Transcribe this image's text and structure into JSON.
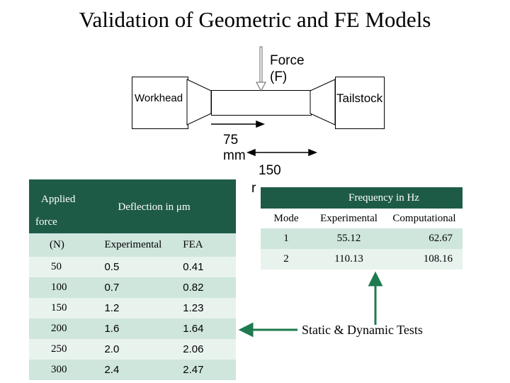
{
  "title": "Validation of Geometric and FE Models",
  "diagram": {
    "force_label_line1": "Force",
    "force_label_line2": "(F)",
    "workhead_label": "Workhead",
    "tailstock_label": "Tailstock",
    "dim_75_line1": "75",
    "dim_75_line2": "mm",
    "dim_150_line1": "150",
    "dim_150_line2": "r"
  },
  "deflection_table": {
    "header_applied": "Applied",
    "header_force": "force",
    "header_deflection": "Deflection in μm",
    "subheader": [
      "(N)",
      "Experimental",
      "FEA"
    ],
    "rows": [
      [
        "50",
        "0.5",
        "0.41"
      ],
      [
        "100",
        "0.7",
        "0.82"
      ],
      [
        "150",
        "1.2",
        "1.23"
      ],
      [
        "200",
        "1.6",
        "1.64"
      ],
      [
        "250",
        "2.0",
        "2.06"
      ],
      [
        "300",
        "2.4",
        "2.47"
      ]
    ]
  },
  "frequency_table": {
    "header": "Frequency in Hz",
    "subheader": [
      "Mode",
      "Experimental",
      "Computational"
    ],
    "rows": [
      [
        "1",
        "55.12",
        "62.67"
      ],
      [
        "2",
        "110.13",
        "108.16"
      ]
    ]
  },
  "caption": "Static & Dynamic Tests",
  "colors": {
    "header_bg": "#1e5b47",
    "row_dark": "#cfe6dd",
    "row_light": "#e8f3ee",
    "arrow": "#1e7a4f"
  }
}
